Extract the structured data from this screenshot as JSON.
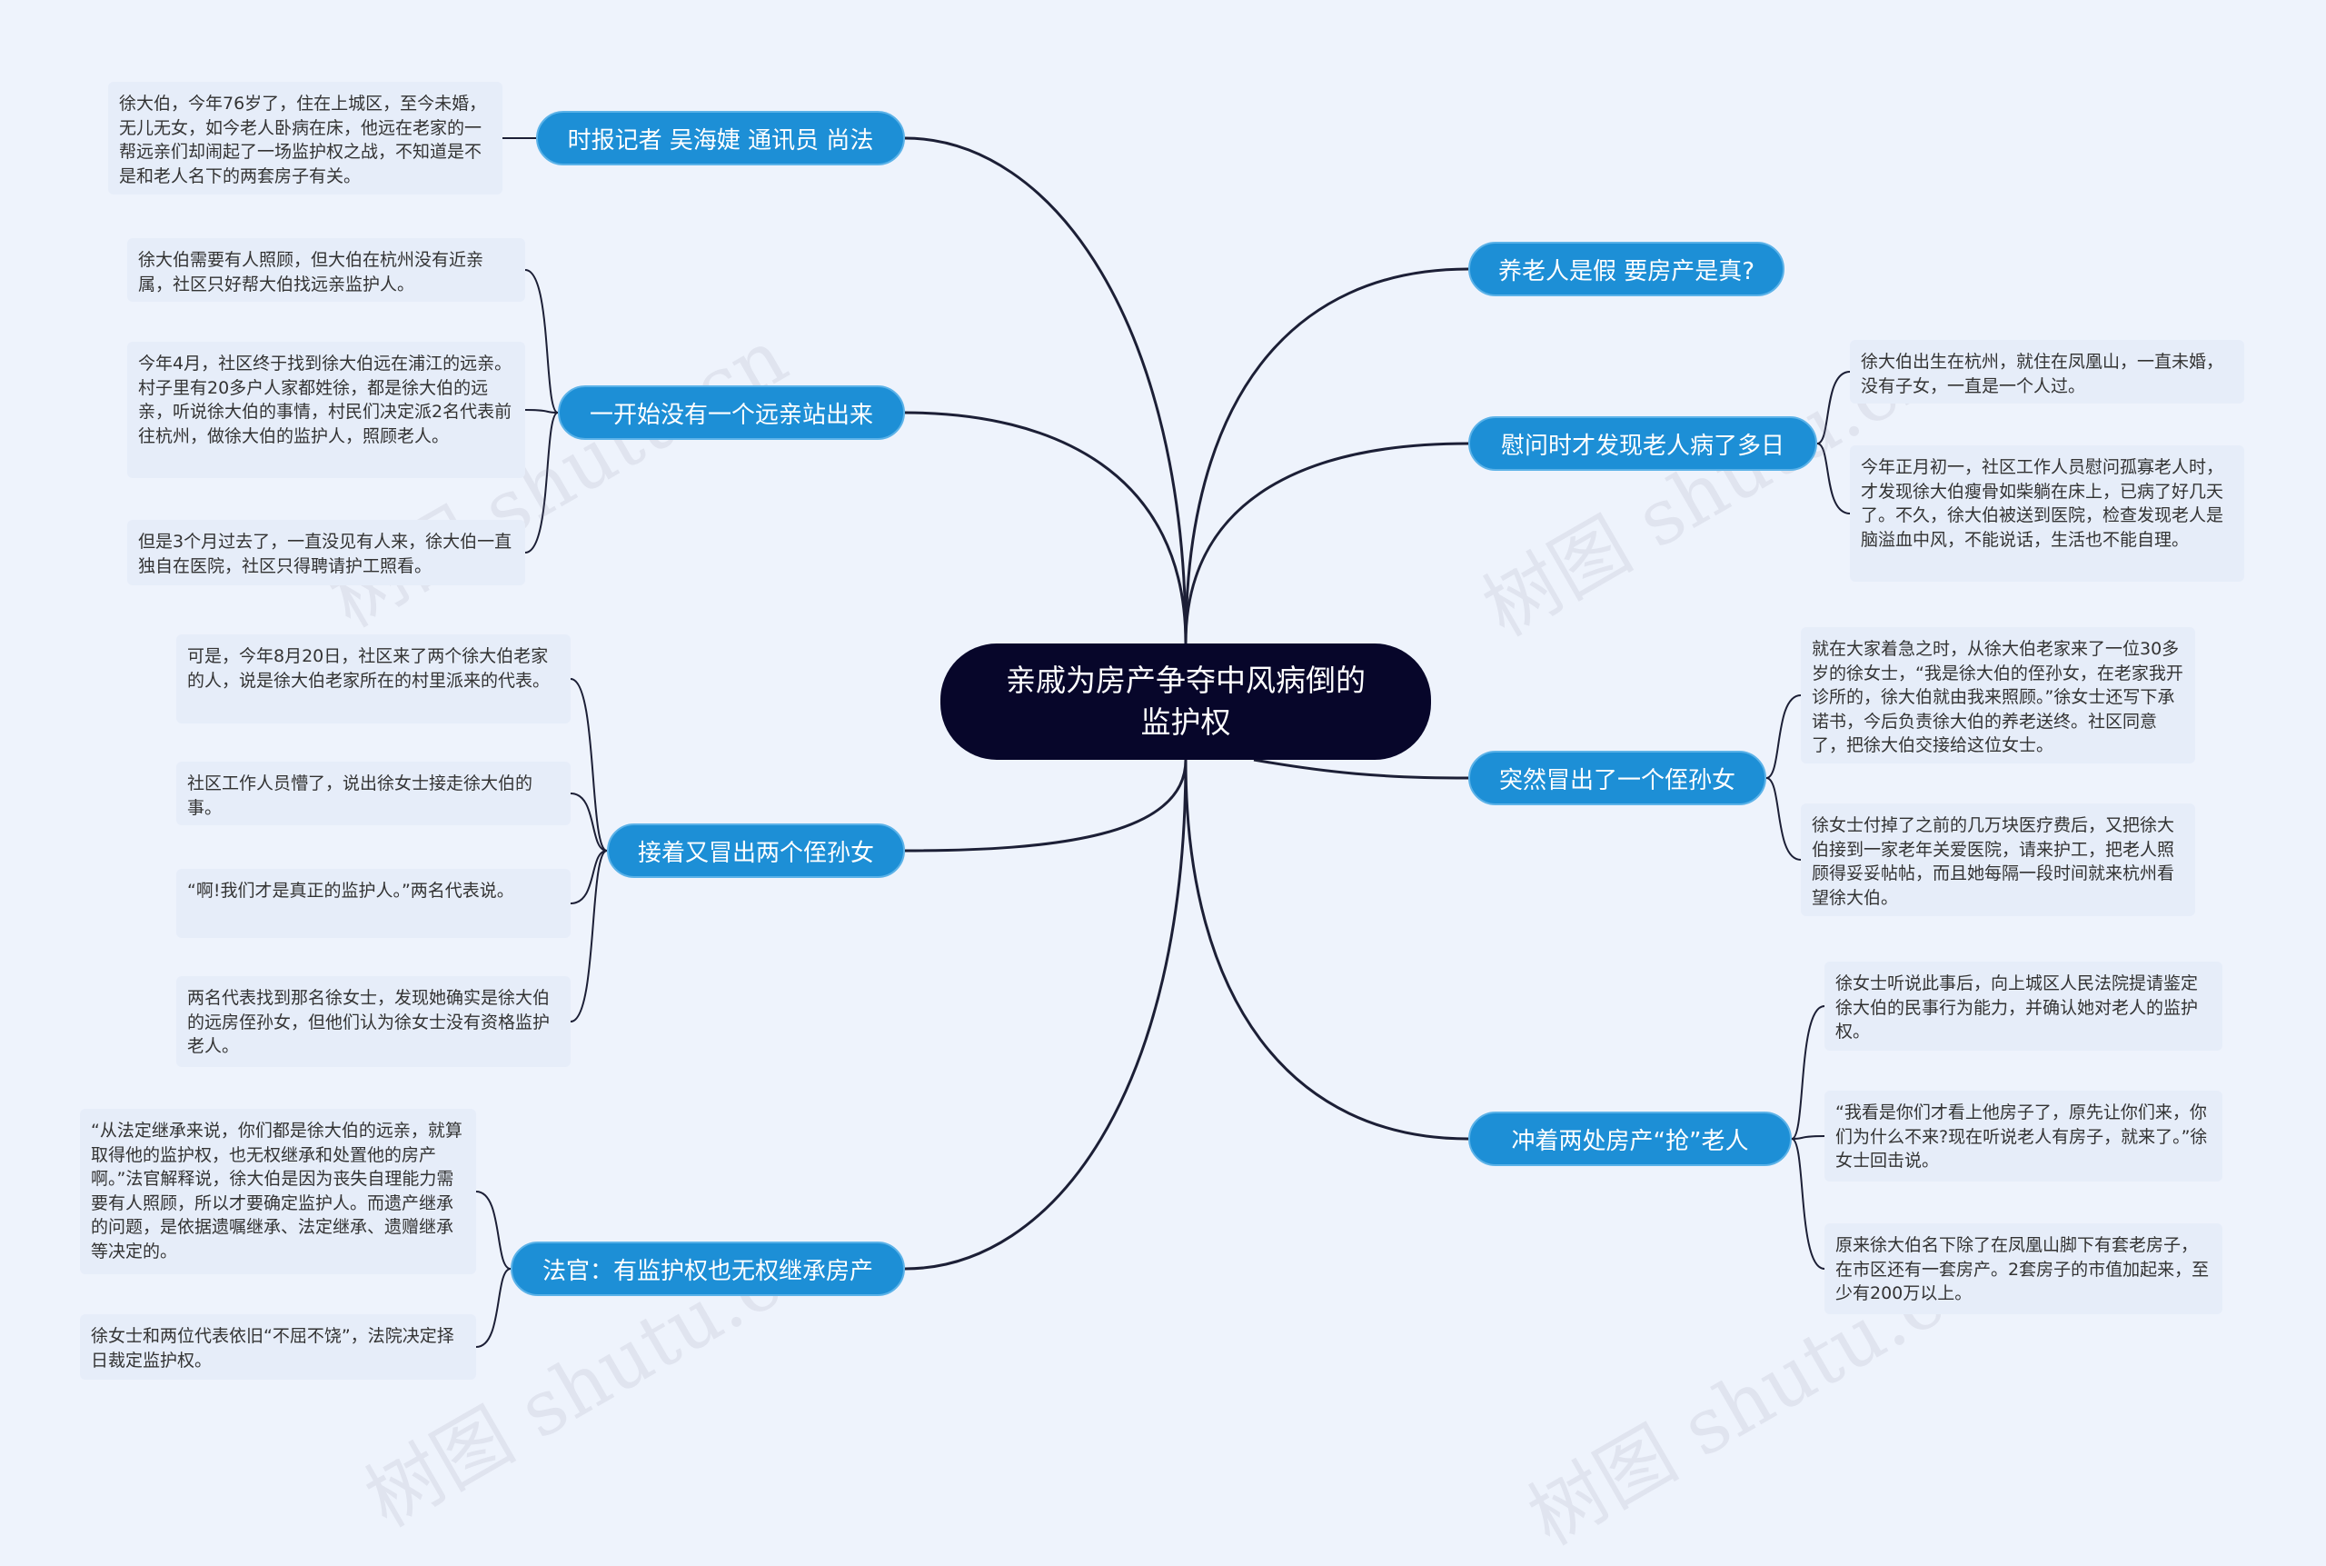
{
  "title": "亲戚为房产争夺中风病倒的监护权",
  "branches": [
    {
      "label": "时报记者 吴海婕 通讯员 尚法",
      "leaves": [
        "徐大伯，今年76岁了，住在上城区，至今未婚，无儿无女，如今老人卧病在床，他远在老家的一帮远亲们却闹起了一场监护权之战，不知道是不是和老人名下的两套房子有关。"
      ]
    },
    {
      "label": "一开始没有一个远亲站出来",
      "leaves": [
        "徐大伯需要有人照顾，但大伯在杭州没有近亲属，社区只好帮大伯找远亲监护人。",
        "今年4月，社区终于找到徐大伯远在浦江的远亲。村子里有20多户人家都姓徐，都是徐大伯的远亲，听说徐大伯的事情，村民们决定派2名代表前往杭州，做徐大伯的监护人，照顾老人。",
        "但是3个月过去了，一直没见有人来，徐大伯一直独自在医院，社区只得聘请护工照看。"
      ]
    },
    {
      "label": "接着又冒出两个侄孙女",
      "leaves": [
        "可是，今年8月20日，社区来了两个徐大伯老家的人，说是徐大伯老家所在的村里派来的代表。",
        "社区工作人员懵了，说出徐女士接走徐大伯的事。",
        "“啊!我们才是真正的监护人。”两名代表说。",
        "两名代表找到那名徐女士，发现她确实是徐大伯的远房侄孙女，但他们认为徐女士没有资格监护老人。"
      ]
    },
    {
      "label": "法官：有监护权也无权继承房产",
      "leaves": [
        "“从法定继承来说，你们都是徐大伯的远亲，就算取得他的监护权，也无权继承和处置他的房产啊。”法官解释说，徐大伯是因为丧失自理能力需要有人照顾，所以才要确定监护人。而遗产继承的问题，是依据遗嘱继承、法定继承、遗赠继承等决定的。",
        "徐女士和两位代表依旧“不屈不饶”，法院决定择日裁定监护权。"
      ]
    },
    {
      "label": "养老人是假 要房产是真?",
      "leaves": []
    },
    {
      "label": "慰问时才发现老人病了多日",
      "leaves": [
        "徐大伯出生在杭州，就住在凤凰山，一直未婚，没有子女，一直是一个人过。",
        "今年正月初一，社区工作人员慰问孤寡老人时，才发现徐大伯瘦骨如柴躺在床上，已病了好几天了。不久，徐大伯被送到医院，检查发现老人是脑溢血中风，不能说话，生活也不能自理。"
      ]
    },
    {
      "label": "突然冒出了一个侄孙女",
      "leaves": [
        "就在大家着急之时，从徐大伯老家来了一位30多岁的徐女士，“我是徐大伯的侄孙女，在老家我开诊所的，徐大伯就由我来照顾。”徐女士还写下承诺书，今后负责徐大伯的养老送终。社区同意了，把徐大伯交接给这位女士。",
        "徐女士付掉了之前的几万块医疗费后，又把徐大伯接到一家老年关爱医院，请来护工，把老人照顾得妥妥帖帖，而且她每隔一段时间就来杭州看望徐大伯。"
      ]
    },
    {
      "label": "冲着两处房产“抢”老人",
      "leaves": [
        "徐女士听说此事后，向上城区人民法院提请鉴定徐大伯的民事行为能力，并确认她对老人的监护权。",
        "“我看是你们才看上他房子了，原先让你们来，你们为什么不来?现在听说老人有房子，就来了。”徐女士回击说。",
        "原来徐大伯名下除了在凤凰山脚下有套老房子，在市区还有一套房产。2套房子的市值加起来，至少有200万以上。"
      ]
    }
  ],
  "watermark": "树图 shutu.cn",
  "colors": {
    "center": "#07062a",
    "branch": "#1d8fd6",
    "leaf_bg": "#e6edf9",
    "line": "#1c1f36",
    "background": "#eef3fc"
  }
}
